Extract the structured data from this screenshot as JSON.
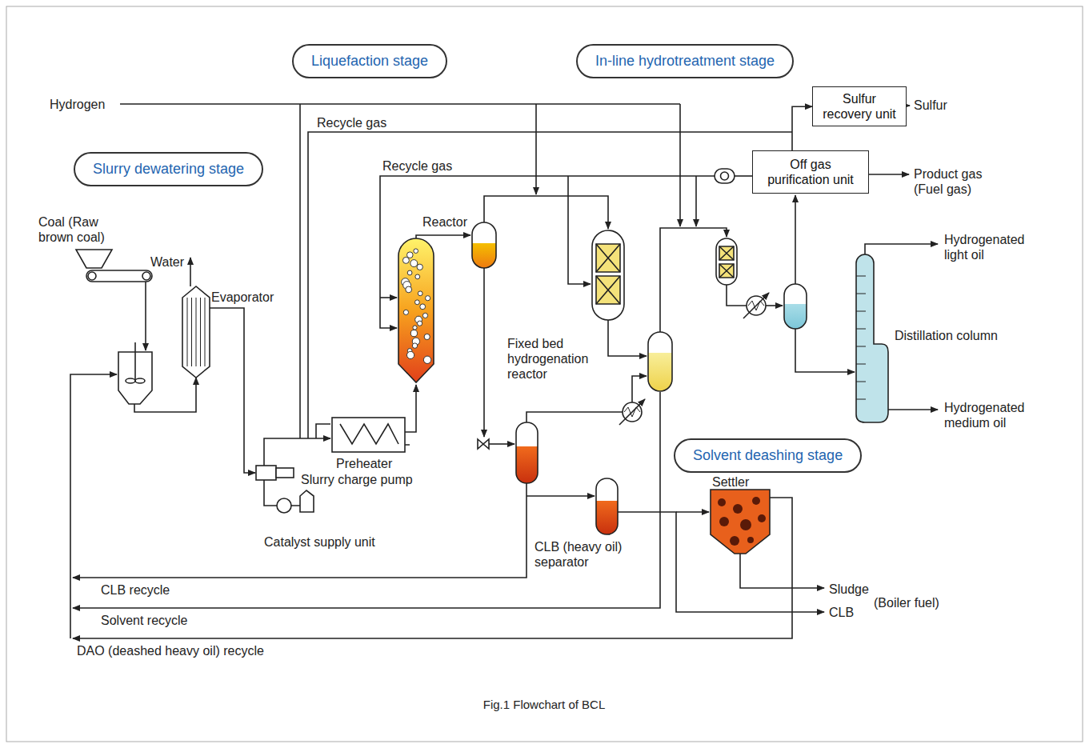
{
  "diagram": {
    "caption": "Fig.1  Flowchart of BCL",
    "nodes": [
      {
        "text": [
          "Liquefaction stage"
        ]
      },
      {
        "text": [
          "In-line hydrotreatment stage"
        ]
      },
      {
        "text": [
          "Sulfur recovery unit"
        ]
      },
      {
        "text": [
          "Slurry dewatering stage"
        ]
      },
      {
        "text": [
          "Off gas purification unit"
        ]
      },
      {
        "text": [
          "Solvent deashing stage"
        ]
      }
    ],
    "edges": [
      {
        "from": 4,
        "to": 2,
        "arrow": "to"
      }
    ],
    "labels": [
      "Hydrogen",
      "Recycle gas",
      "Recycle gas",
      "Sulfur",
      "Product gas (Fuel gas)",
      "Coal (Raw brown coal)",
      "Water",
      "Evaporator",
      "Reactor",
      "Hydrogenated light oil",
      "Distillation column",
      "Fixed bed hydrogenation reactor",
      "Hydrogenated medium oil",
      "Preheater",
      "Slurry charge pump",
      "Catalyst supply unit",
      "CLB (heavy oil) separator",
      "Settler",
      "Sludge",
      "(Boiler fuel)",
      "CLB",
      "CLB recycle",
      "Solvent recycle",
      "DAO (deashed heavy oil) recycle"
    ]
  }
}
